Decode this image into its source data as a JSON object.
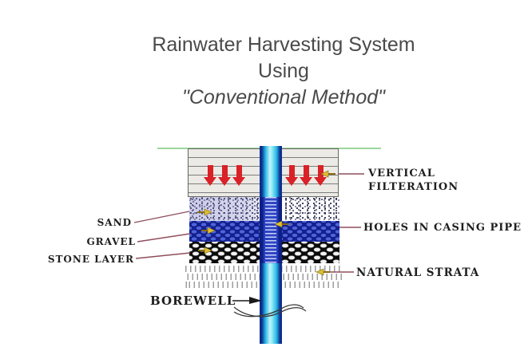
{
  "title": {
    "line1": "Rainwater Harvesting System",
    "line2": "Using",
    "line3": "\"Conventional Method\""
  },
  "diagram": {
    "left_labels": {
      "sand": "SAND",
      "gravel": "GRAVEL",
      "stone": "STONE LAYER",
      "borewell": "BOREWELL"
    },
    "right_labels": {
      "filtration": "VERTICAL FILTERATION",
      "holes": "HOLES IN CASING PIPE",
      "strata": "NATURAL STRATA"
    },
    "colors": {
      "ground_line": "#9bd79b",
      "arrow_red": "#da2128",
      "pipe_cyan": "#35c4e6",
      "pipe_edge": "#0d2f8f",
      "gravel_blue": "#131f96",
      "leader_line": "#8f4f5c",
      "marker_gold": "#dfbd35",
      "title_text": "#4a4a4a"
    }
  }
}
